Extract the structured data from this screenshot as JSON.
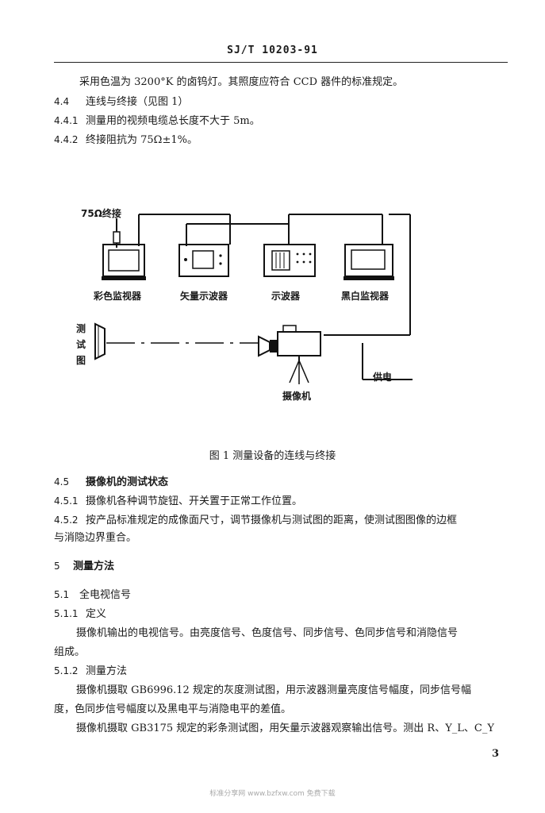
{
  "header": {
    "standard_no": "SJ/T 10203-91"
  },
  "lines": {
    "l1": "采用色温为 3200°K 的卤钨灯。其照度应符合 CCD 器件的标准规定。",
    "l2_num": "4.4",
    "l2": "连线与终接（见图 1）",
    "l3_num": "4.4.1",
    "l3": "测量用的视频电缆总长度不大于 5m。",
    "l4_num": "4.4.2",
    "l4": "终接阻抗为 75Ω±1%。",
    "l5_num": "4.5",
    "l5": "摄像机的测试状态",
    "l6_num": "4.5.1",
    "l6": "摄像机各种调节旋钮、开关置于正常工作位置。",
    "l7_num": "4.5.2",
    "l7": "按产品标准规定的成像面尺寸，调节摄像机与测试图的距离，使测试图图像的边框",
    "l8": "与消隐边界重合。",
    "l9_num": "5",
    "l9": "测量方法",
    "l10_num": "5.1",
    "l10": "全电视信号",
    "l11_num": "5.1.1",
    "l11": "定义",
    "l12": "摄像机输出的电视信号。由亮度信号、色度信号、同步信号、色同步信号和消隐信号",
    "l13": "组成。",
    "l14_num": "5.1.2",
    "l14": "测量方法",
    "l15": "摄像机摄取 GB6996.12 规定的灰度测试图，用示波器测量亮度信号幅度，同步信号幅",
    "l16": "度，色同步信号幅度以及黑电平与消隐电平的差值。",
    "l17": "摄像机摄取 GB3175 规定的彩条测试图，用矢量示波器观察输出信号。测出 R、Y_L、C_Y"
  },
  "figure": {
    "termination": "75Ω终接",
    "color_monitor": "彩色监视器",
    "vectorscope": "矢量示波器",
    "oscilloscope": "示波器",
    "bw_monitor": "黑白监视器",
    "test_chart": "测试图",
    "power": "供电",
    "camera": "摄像机",
    "caption": "图 1  测量设备的连线与终接"
  },
  "page": {
    "number": "3",
    "footer": "标准分享网 www.bzfxw.com 免费下载"
  }
}
